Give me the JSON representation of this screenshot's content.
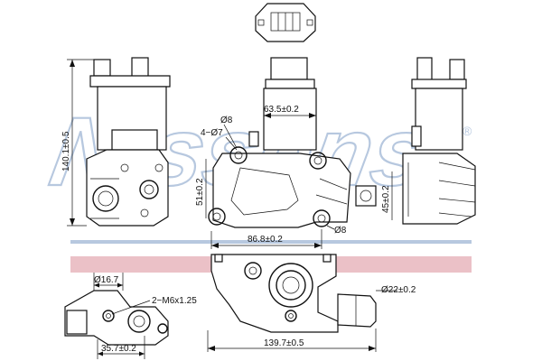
{
  "watermark": {
    "brand": "Nissens",
    "mark": "®"
  },
  "colors": {
    "line": "#111111",
    "watermark_blue": "#b7c8df",
    "watermark_red": "#e7b6bd"
  },
  "dimensions": {
    "body_width": "63.5±0.2",
    "holes_4x": "4−Ø7",
    "hole_top": "Ø8",
    "hole_bottom": "Ø8",
    "height_51": "51±0.2",
    "height_45": "45±0.2",
    "flange_width": "86.8±0.2",
    "total_height": "140.1±0.5",
    "pipe_dia": "Ø16.7",
    "thread": "2−M6x1.25",
    "flange_35": "35.7±0.2",
    "outlet_dia": "Ø22±0.2",
    "total_length": "139.7±0.5"
  }
}
